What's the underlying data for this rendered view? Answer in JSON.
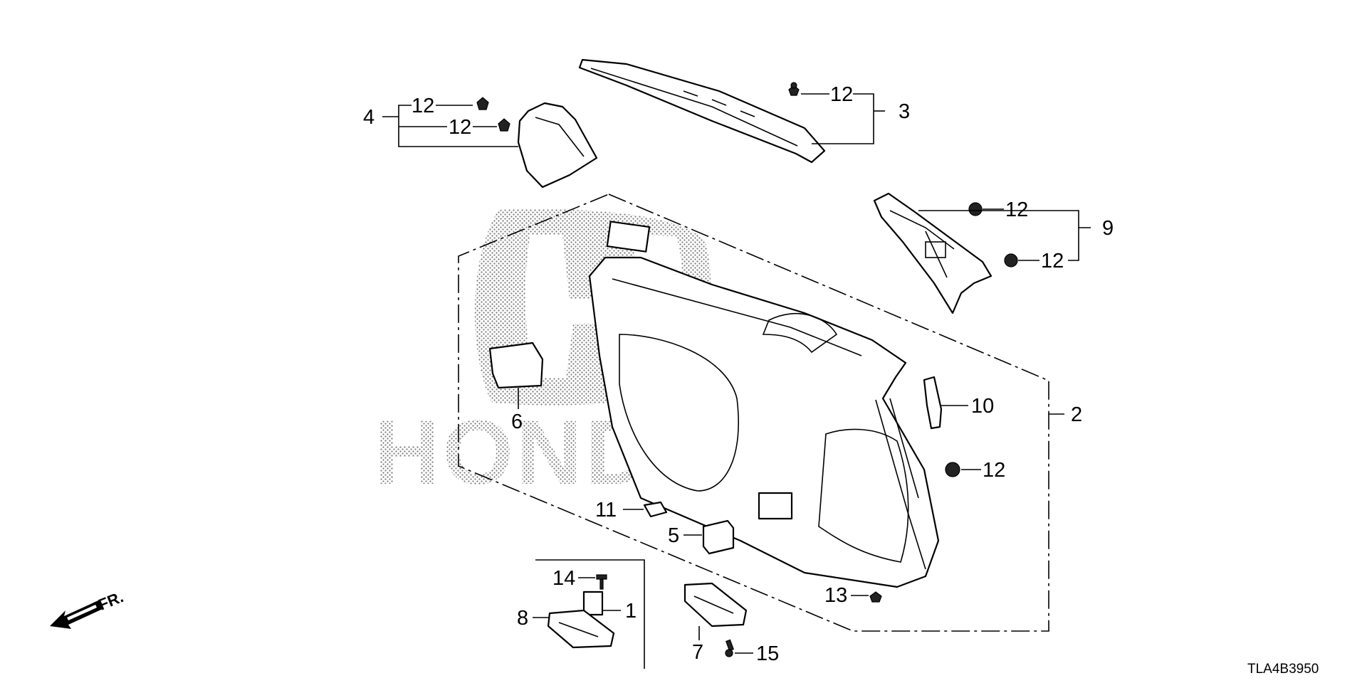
{
  "diagram": {
    "drawing_code": "TLA4B3950",
    "direction_label": "FR.",
    "watermark_text": "HONDA",
    "callouts": {
      "c1": "1",
      "c2": "2",
      "c3": "3",
      "c4": "4",
      "c5": "5",
      "c6": "6",
      "c7": "7",
      "c8": "8",
      "c9": "9",
      "c10": "10",
      "c11": "11",
      "c13": "13",
      "c14": "14",
      "c15": "15",
      "c12a": "12",
      "c12b": "12",
      "c12c": "12",
      "c12d": "12",
      "c12e": "12",
      "c12f": "12"
    }
  }
}
